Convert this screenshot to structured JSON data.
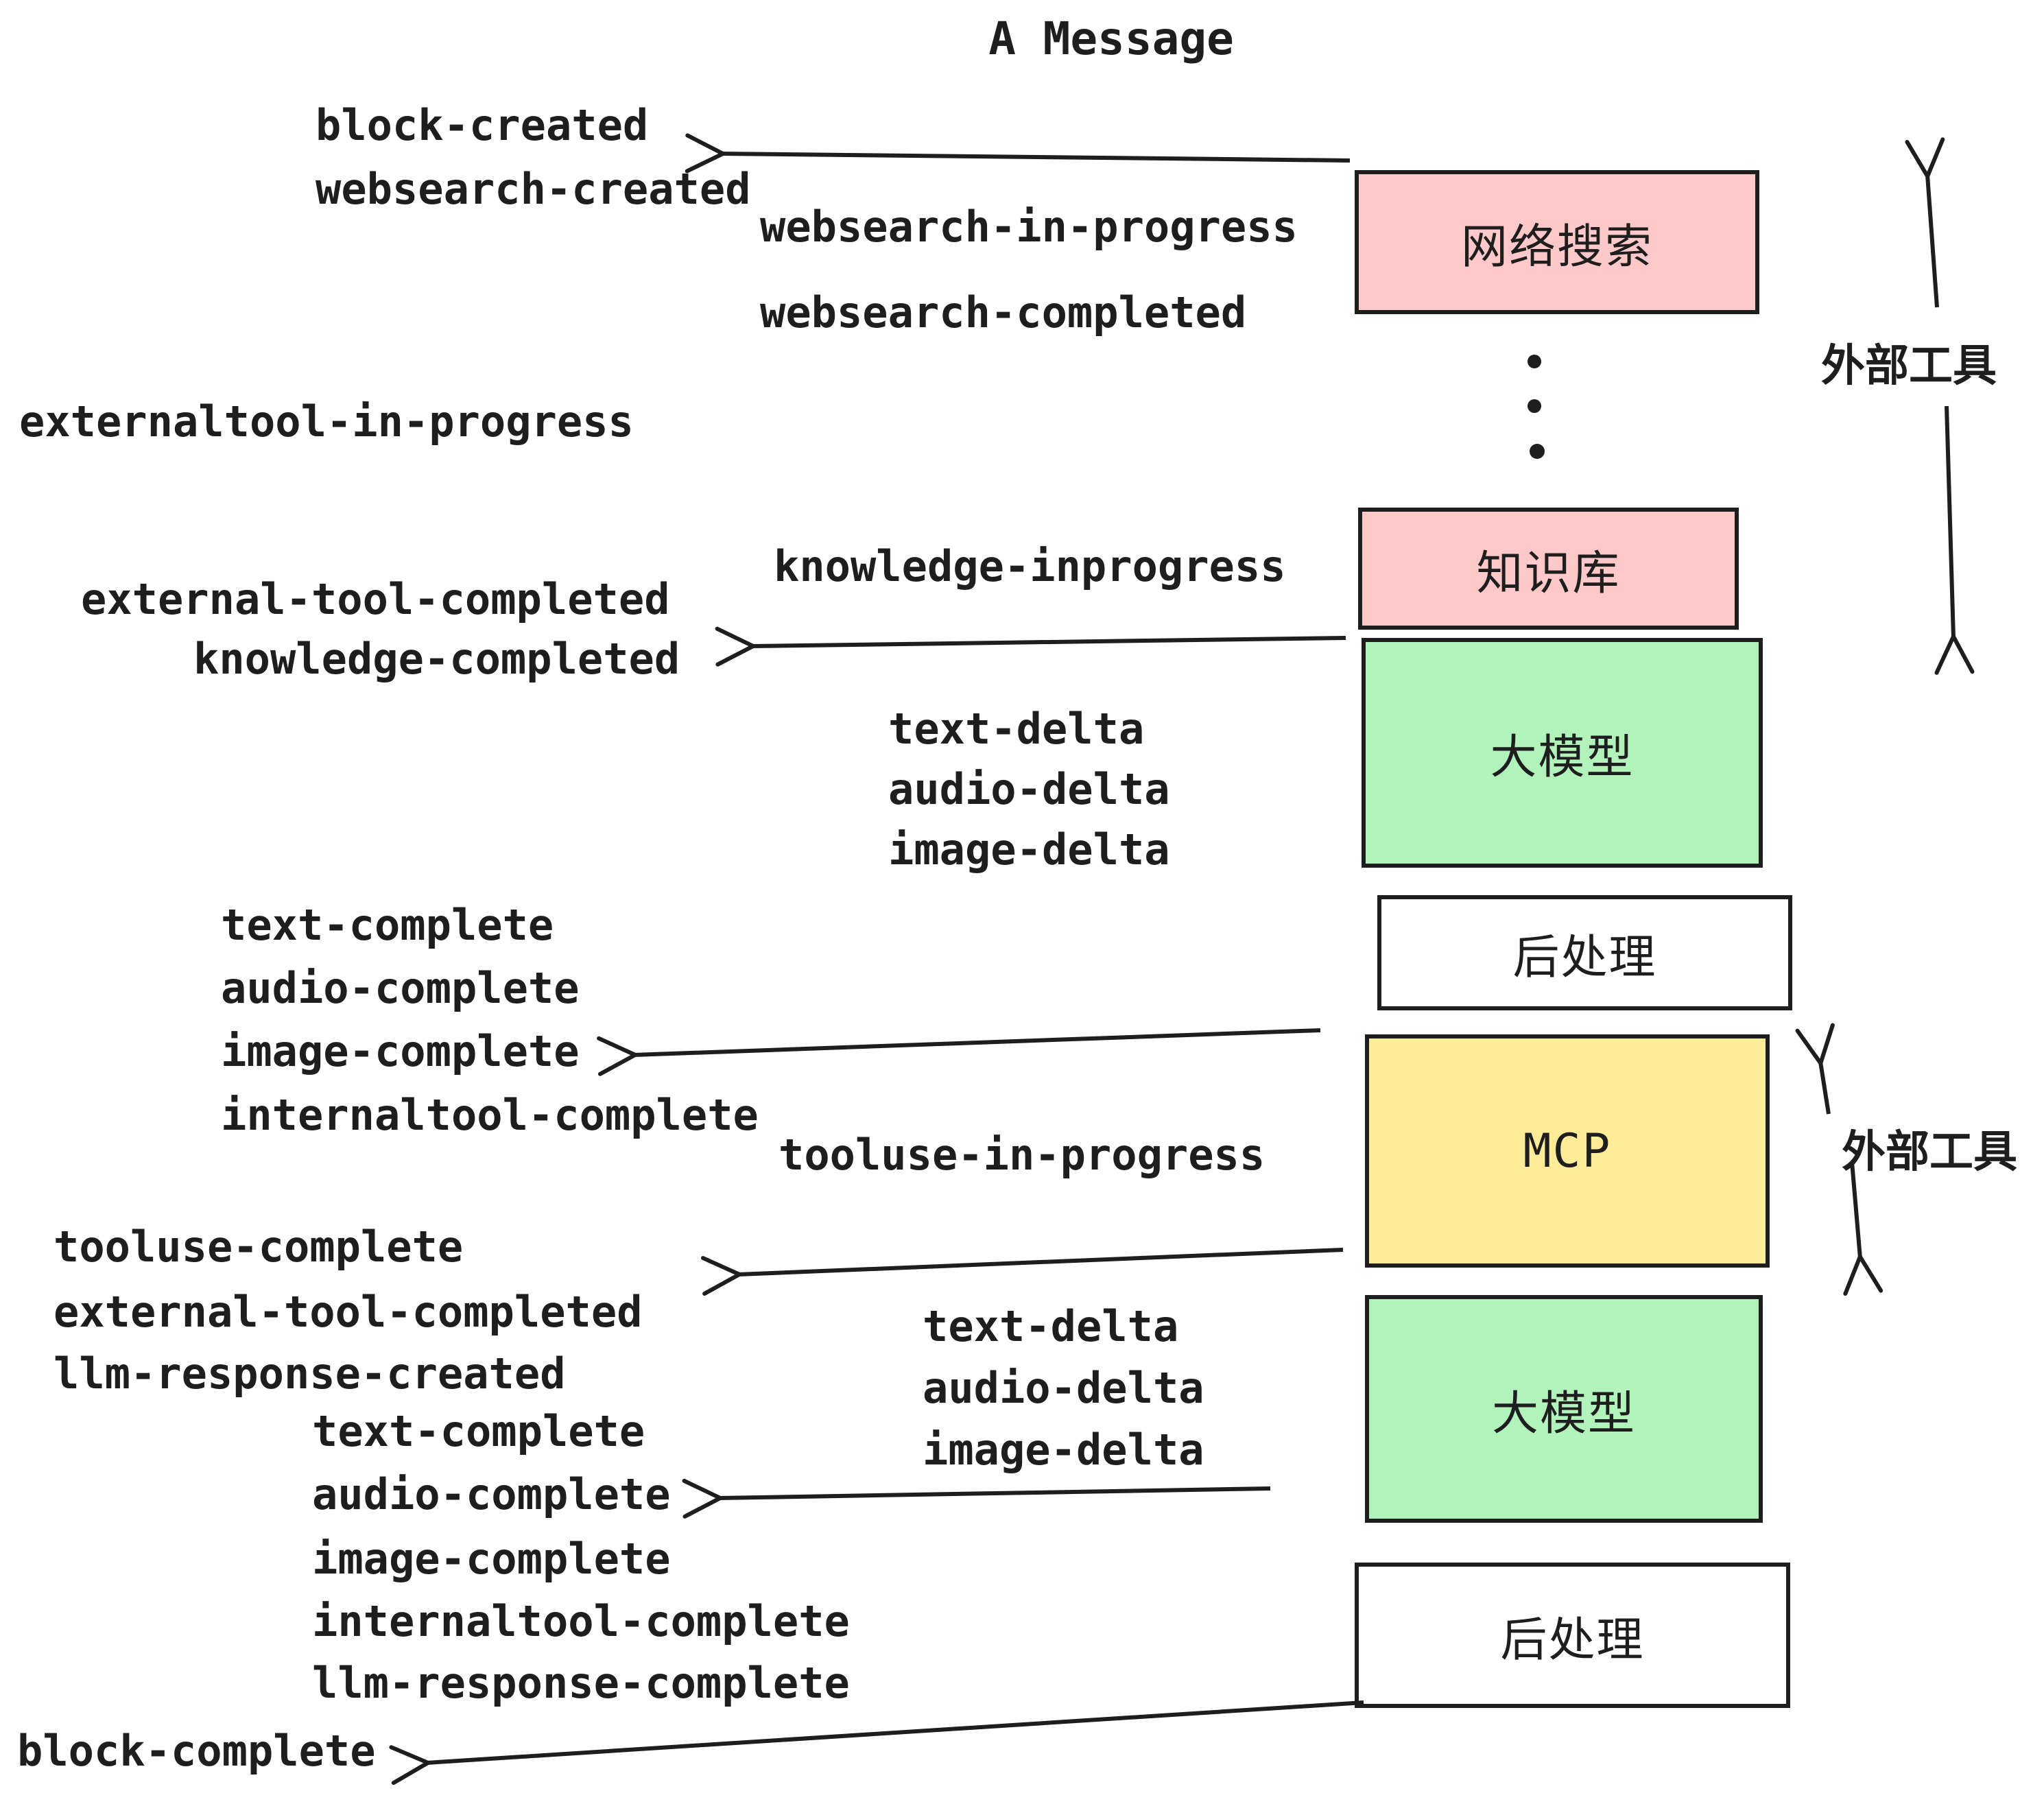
{
  "title": "A Message",
  "colors": {
    "box_pink": "#ffc9c9",
    "box_green": "#b2f2bb",
    "box_yellow": "#ffec99",
    "box_white": "#ffffff",
    "stroke": "#1e1e1e"
  },
  "boxes": [
    {
      "label": "网络搜索",
      "fill": "#ffc9c9"
    },
    {
      "label": "知识库",
      "fill": "#ffc9c9"
    },
    {
      "label": "大模型",
      "fill": "#b2f2bb"
    },
    {
      "label": "后处理",
      "fill": "#ffffff"
    },
    {
      "label": "MCP",
      "fill": "#ffec99"
    },
    {
      "label": "大模型",
      "fill": "#b2f2bb"
    },
    {
      "label": "后处理",
      "fill": "#ffffff"
    }
  ],
  "side_labels": [
    {
      "text": "外部工具"
    },
    {
      "text": "外部工具"
    }
  ],
  "events": [
    {
      "text": "block-created"
    },
    {
      "text": "websearch-created"
    },
    {
      "text": "websearch-in-progress"
    },
    {
      "text": "websearch-completed"
    },
    {
      "text": "externaltool-in-progress"
    },
    {
      "text": "knowledge-inprogress"
    },
    {
      "text": "external-tool-completed"
    },
    {
      "text": "knowledge-completed"
    },
    {
      "text": "text-delta"
    },
    {
      "text": "audio-delta"
    },
    {
      "text": "image-delta"
    },
    {
      "text": "text-complete"
    },
    {
      "text": "audio-complete"
    },
    {
      "text": "image-complete"
    },
    {
      "text": "internaltool-complete"
    },
    {
      "text": "tooluse-in-progress"
    },
    {
      "text": "tooluse-complete"
    },
    {
      "text": "external-tool-completed"
    },
    {
      "text": "llm-response-created"
    },
    {
      "text": "text-delta"
    },
    {
      "text": "audio-delta"
    },
    {
      "text": "image-delta"
    },
    {
      "text": "text-complete"
    },
    {
      "text": "audio-complete"
    },
    {
      "text": "image-complete"
    },
    {
      "text": "internaltool-complete"
    },
    {
      "text": "llm-response-complete"
    },
    {
      "text": "block-complete"
    }
  ]
}
